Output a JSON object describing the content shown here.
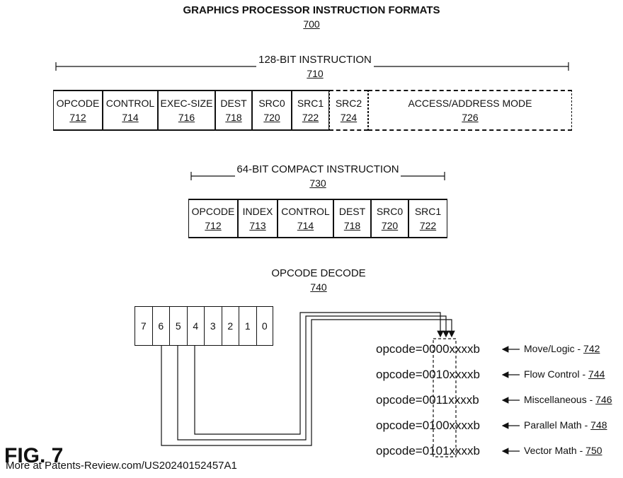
{
  "header": {
    "title": "GRAPHICS PROCESSOR INSTRUCTION FORMATS",
    "ref": "700"
  },
  "format128": {
    "label": "128-BIT INSTRUCTION",
    "ref": "710",
    "fields": [
      {
        "name": "OPCODE",
        "ref": "712"
      },
      {
        "name": "CONTROL",
        "ref": "714"
      },
      {
        "name": "EXEC-SIZE",
        "ref": "716"
      },
      {
        "name": "DEST",
        "ref": "718"
      },
      {
        "name": "SRC0",
        "ref": "720"
      },
      {
        "name": "SRC1",
        "ref": "722"
      },
      {
        "name": "SRC2",
        "ref": "724"
      },
      {
        "name": "ACCESS/ADDRESS MODE",
        "ref": "726"
      }
    ]
  },
  "format64": {
    "label": "64-BIT COMPACT INSTRUCTION",
    "ref": "730",
    "fields": [
      {
        "name": "OPCODE",
        "ref": "712"
      },
      {
        "name": "INDEX",
        "ref": "713"
      },
      {
        "name": "CONTROL",
        "ref": "714"
      },
      {
        "name": "DEST",
        "ref": "718"
      },
      {
        "name": "SRC0",
        "ref": "720"
      },
      {
        "name": "SRC1",
        "ref": "722"
      }
    ]
  },
  "decode": {
    "label": "OPCODE DECODE",
    "ref": "740",
    "bits": [
      "7",
      "6",
      "5",
      "4",
      "3",
      "2",
      "1",
      "0"
    ],
    "opcodes": [
      {
        "code": "opcode=0000xxxxb",
        "category": "Move/Logic - ",
        "ref": "742"
      },
      {
        "code": "opcode=0010xxxxb",
        "category": "Flow Control - ",
        "ref": "744"
      },
      {
        "code": "opcode=0011xxxxb",
        "category": "Miscellaneous - ",
        "ref": "746"
      },
      {
        "code": "opcode=0100xxxxb",
        "category": "Parallel Math - ",
        "ref": "748"
      },
      {
        "code": "opcode=0101xxxxb",
        "category": "Vector Math - ",
        "ref": "750"
      }
    ]
  },
  "figure": {
    "label": "FIG. 7"
  },
  "footer": {
    "text": "More at Patents-Review.com/US20240152457A1"
  }
}
